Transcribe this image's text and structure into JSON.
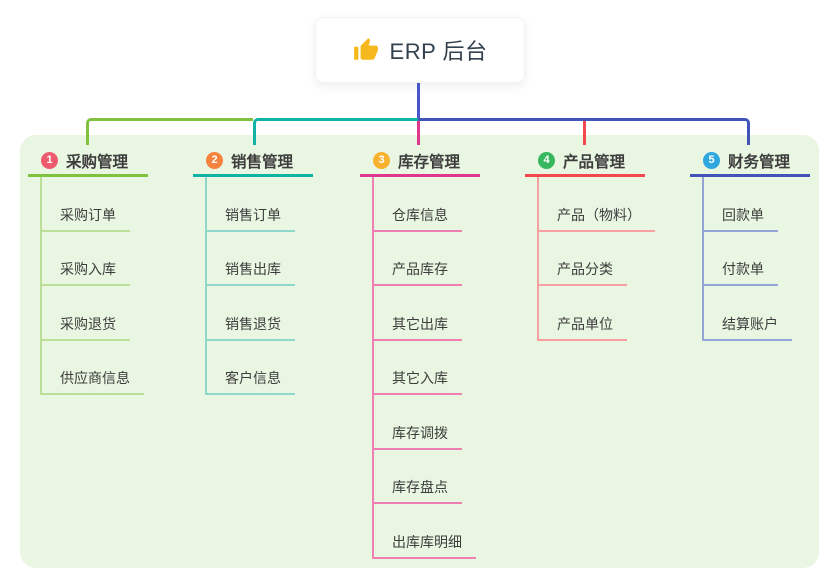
{
  "root": {
    "label": "ERP 后台",
    "icon": "thumb-up",
    "icon_color": "#f5b91e"
  },
  "panel": {
    "background": "#e9f6e2"
  },
  "connector": {
    "stem_color": "#4656c6"
  },
  "branches": [
    {
      "number": "1",
      "label": "采购管理",
      "badge_color": "#ee5b6e",
      "line_color": "#80c13f",
      "child_line_color": "#bcdf97",
      "children": [
        "采购订单",
        "采购入库",
        "采购退货",
        "供应商信息"
      ]
    },
    {
      "number": "2",
      "label": "销售管理",
      "badge_color": "#f5823d",
      "line_color": "#11b3a4",
      "child_line_color": "#8fd6cb",
      "children": [
        "销售订单",
        "销售出库",
        "销售退货",
        "客户信息"
      ]
    },
    {
      "number": "3",
      "label": "库存管理",
      "badge_color": "#f8b22d",
      "line_color": "#e0368e",
      "child_line_color": "#f07fb2",
      "children": [
        "仓库信息",
        "产品库存",
        "其它出库",
        "其它入库",
        "库存调拨",
        "库存盘点",
        "出库库明细"
      ]
    },
    {
      "number": "4",
      "label": "产品管理",
      "badge_color": "#37b85e",
      "line_color": "#f2494e",
      "child_line_color": "#f79fa1",
      "children": [
        "产品（物料）",
        "产品分类",
        "产品单位"
      ]
    },
    {
      "number": "5",
      "label": "财务管理",
      "badge_color": "#2ea7df",
      "line_color": "#4254b8",
      "child_line_color": "#95a5d8",
      "children": [
        "回款单",
        "付款单",
        "结算账户"
      ]
    }
  ]
}
